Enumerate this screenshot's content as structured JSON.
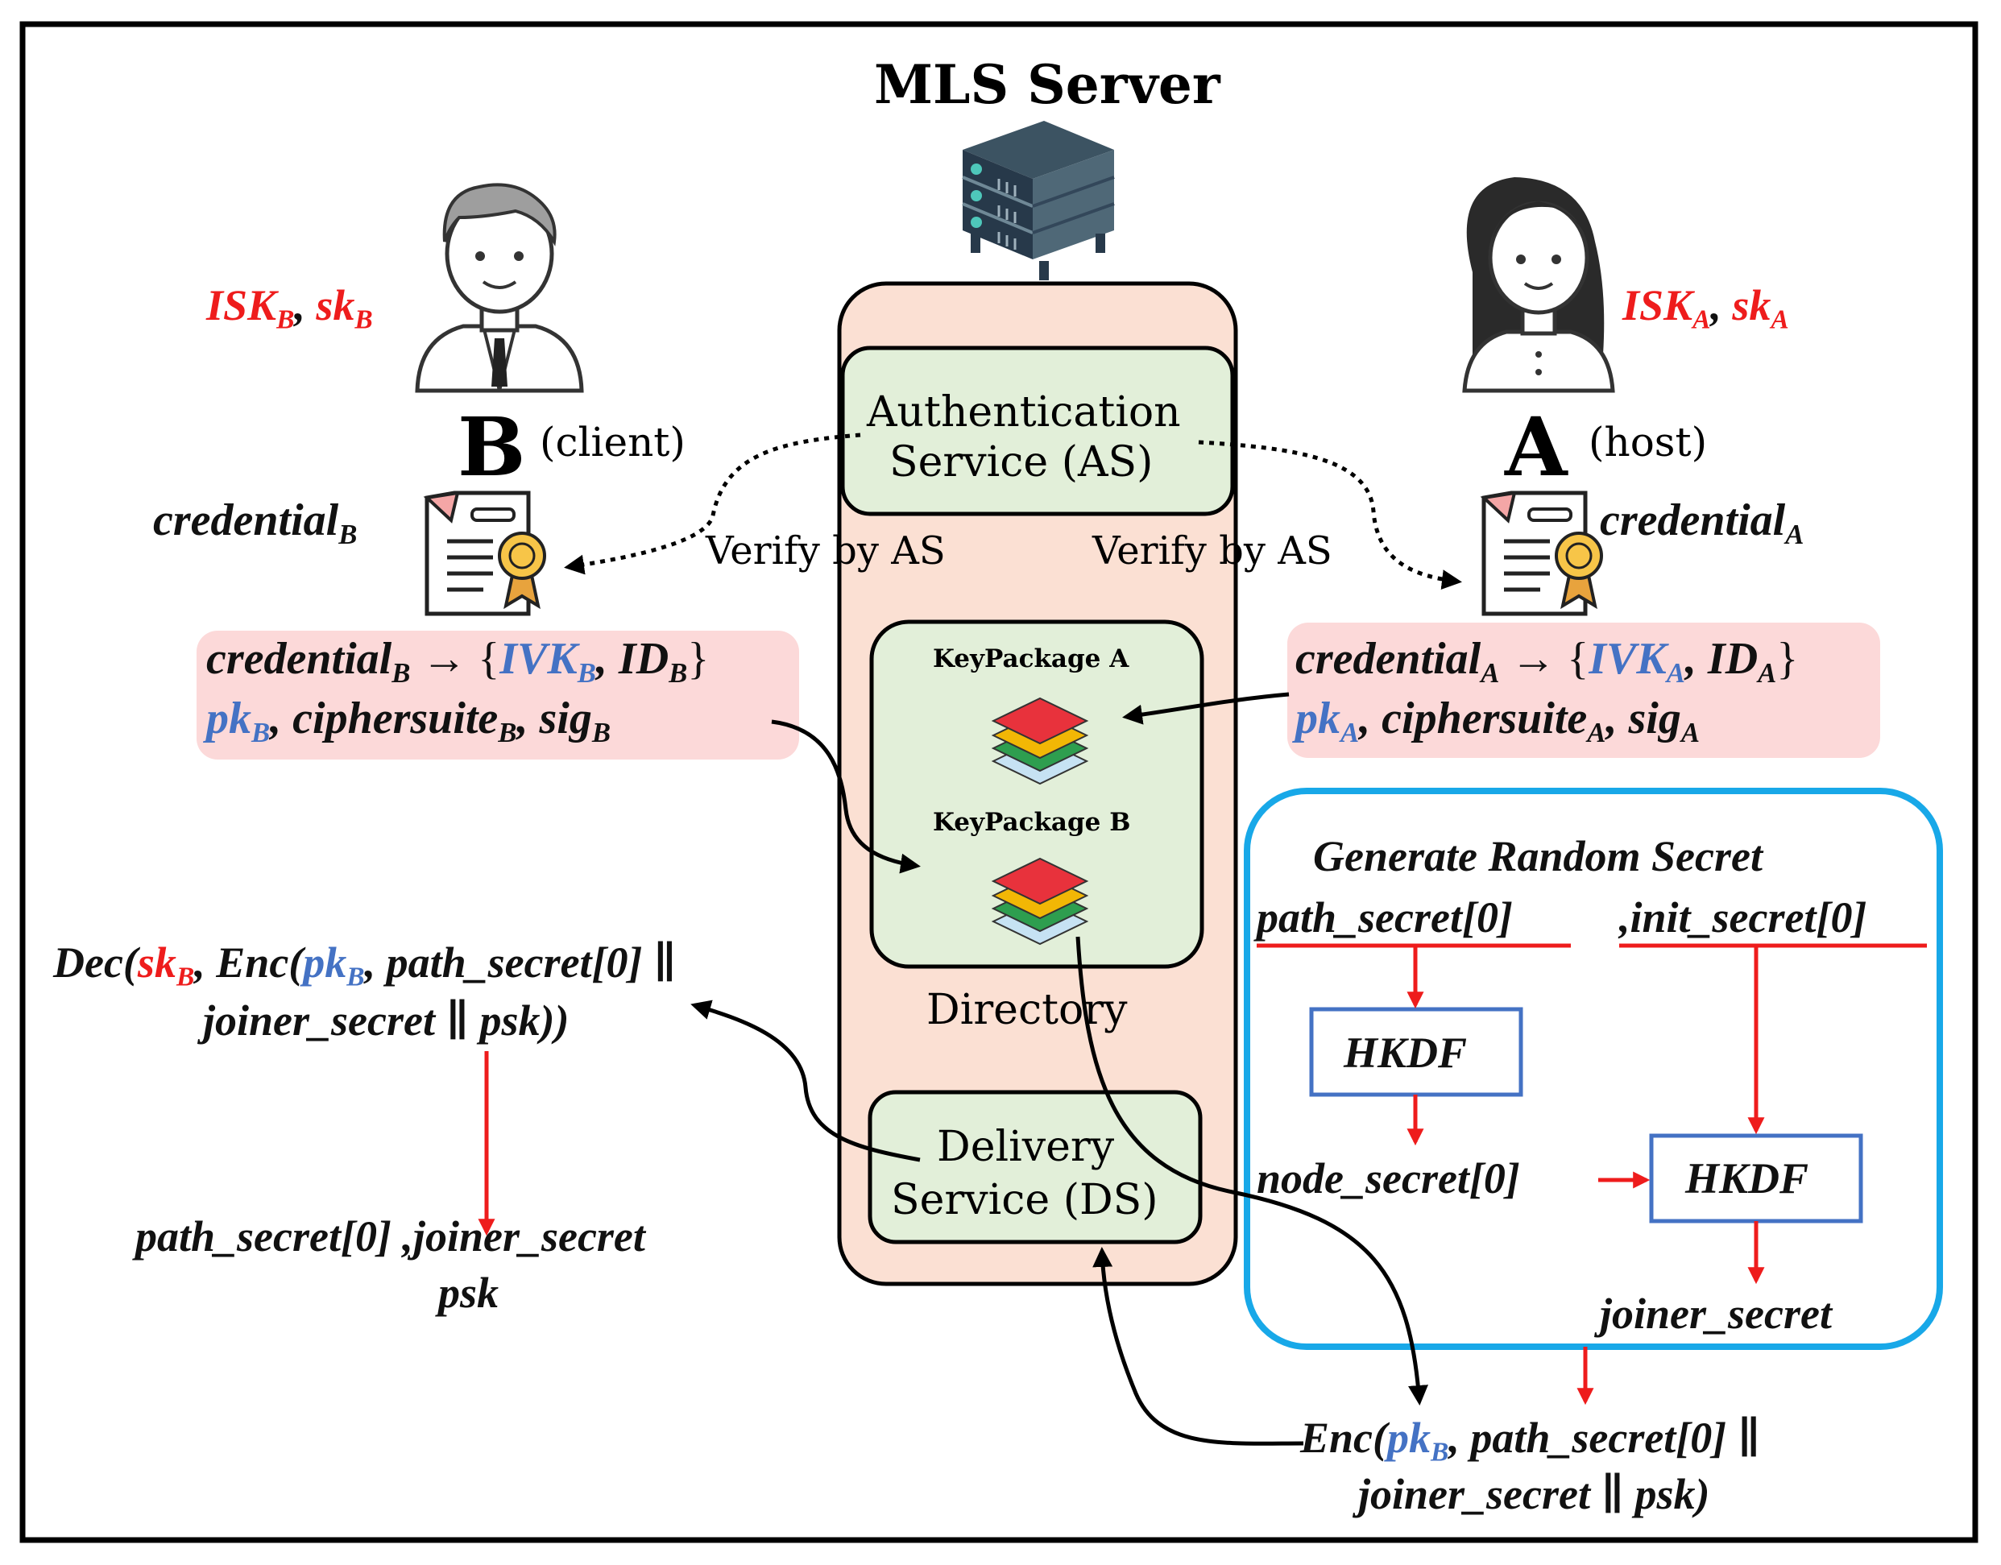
{
  "server": {
    "title": "MLS Server",
    "as_label_1": "Authentication",
    "as_label_2": "Service (AS)",
    "kp_a_label": "KeyPackage A",
    "kp_b_label": "KeyPackage B",
    "directory_label": "Directory",
    "ds_label_1": "Delivery",
    "ds_label_2": "Service (DS)"
  },
  "client_b": {
    "letter": "B",
    "role": "(client)",
    "keys": {
      "isk": "ISK",
      "sub": "B",
      "sk": "sk"
    },
    "credential": "credential",
    "verify_text": "Verify by AS",
    "pkg": {
      "credential": "credential",
      "arrow": " → {",
      "ivk": "IVK",
      "id": "ID",
      "close": "}",
      "pk": "pk",
      "ciphersuite": "ciphersuite",
      "sig": "sig",
      "sub": "B"
    },
    "dec_line1": {
      "dec": "Dec(",
      "sk": "sk",
      "enc": "Enc(",
      "pk": "pk",
      "rest": "path_secret[0] ∥"
    },
    "dec_line2": "joiner_secret ∥ psk))",
    "output_line1": "path_secret[0] ,joiner_secret",
    "output_line2": "psk"
  },
  "host_a": {
    "letter": "A",
    "role": "(host)",
    "keys": {
      "isk": "ISK",
      "sub": "A",
      "sk": "sk"
    },
    "credential": "credential",
    "verify_text": "Verify by AS",
    "pkg": {
      "credential": "credential",
      "arrow": " → {",
      "ivk": "IVK",
      "id": "ID",
      "close": "}",
      "pk": "pk",
      "ciphersuite": "ciphersuite",
      "sig": "sig",
      "sub": "A"
    }
  },
  "secret_gen": {
    "title": "Generate Random Secret",
    "path_secret": "path_secret[0]",
    "init_secret": ",init_secret[0]",
    "hkdf_1": "HKDF",
    "node_secret": "node_secret[0]",
    "hkdf_2": "HKDF",
    "joiner_secret": "joiner_secret"
  },
  "enc_output": {
    "enc": "Enc(",
    "pk": "pk",
    "sub": "B",
    "rest": ", path_secret[0] ∥",
    "line2": "joiner_secret ∥ psk)"
  },
  "colors": {
    "server_fill": "#fbe0d3",
    "service_fill": "#e2efd9",
    "package_fill": "#fcd9d9",
    "secret_frame": "#18a8e8",
    "hkdf_border": "#4472c4",
    "red_arrow": "#ee1c1c",
    "secret_key": "#ee1c1c",
    "public_key": "#4472c4"
  },
  "icons": [
    "server-rack-icon",
    "man-avatar-icon",
    "woman-avatar-icon",
    "certificate-icon",
    "layers-stack-icon"
  ]
}
